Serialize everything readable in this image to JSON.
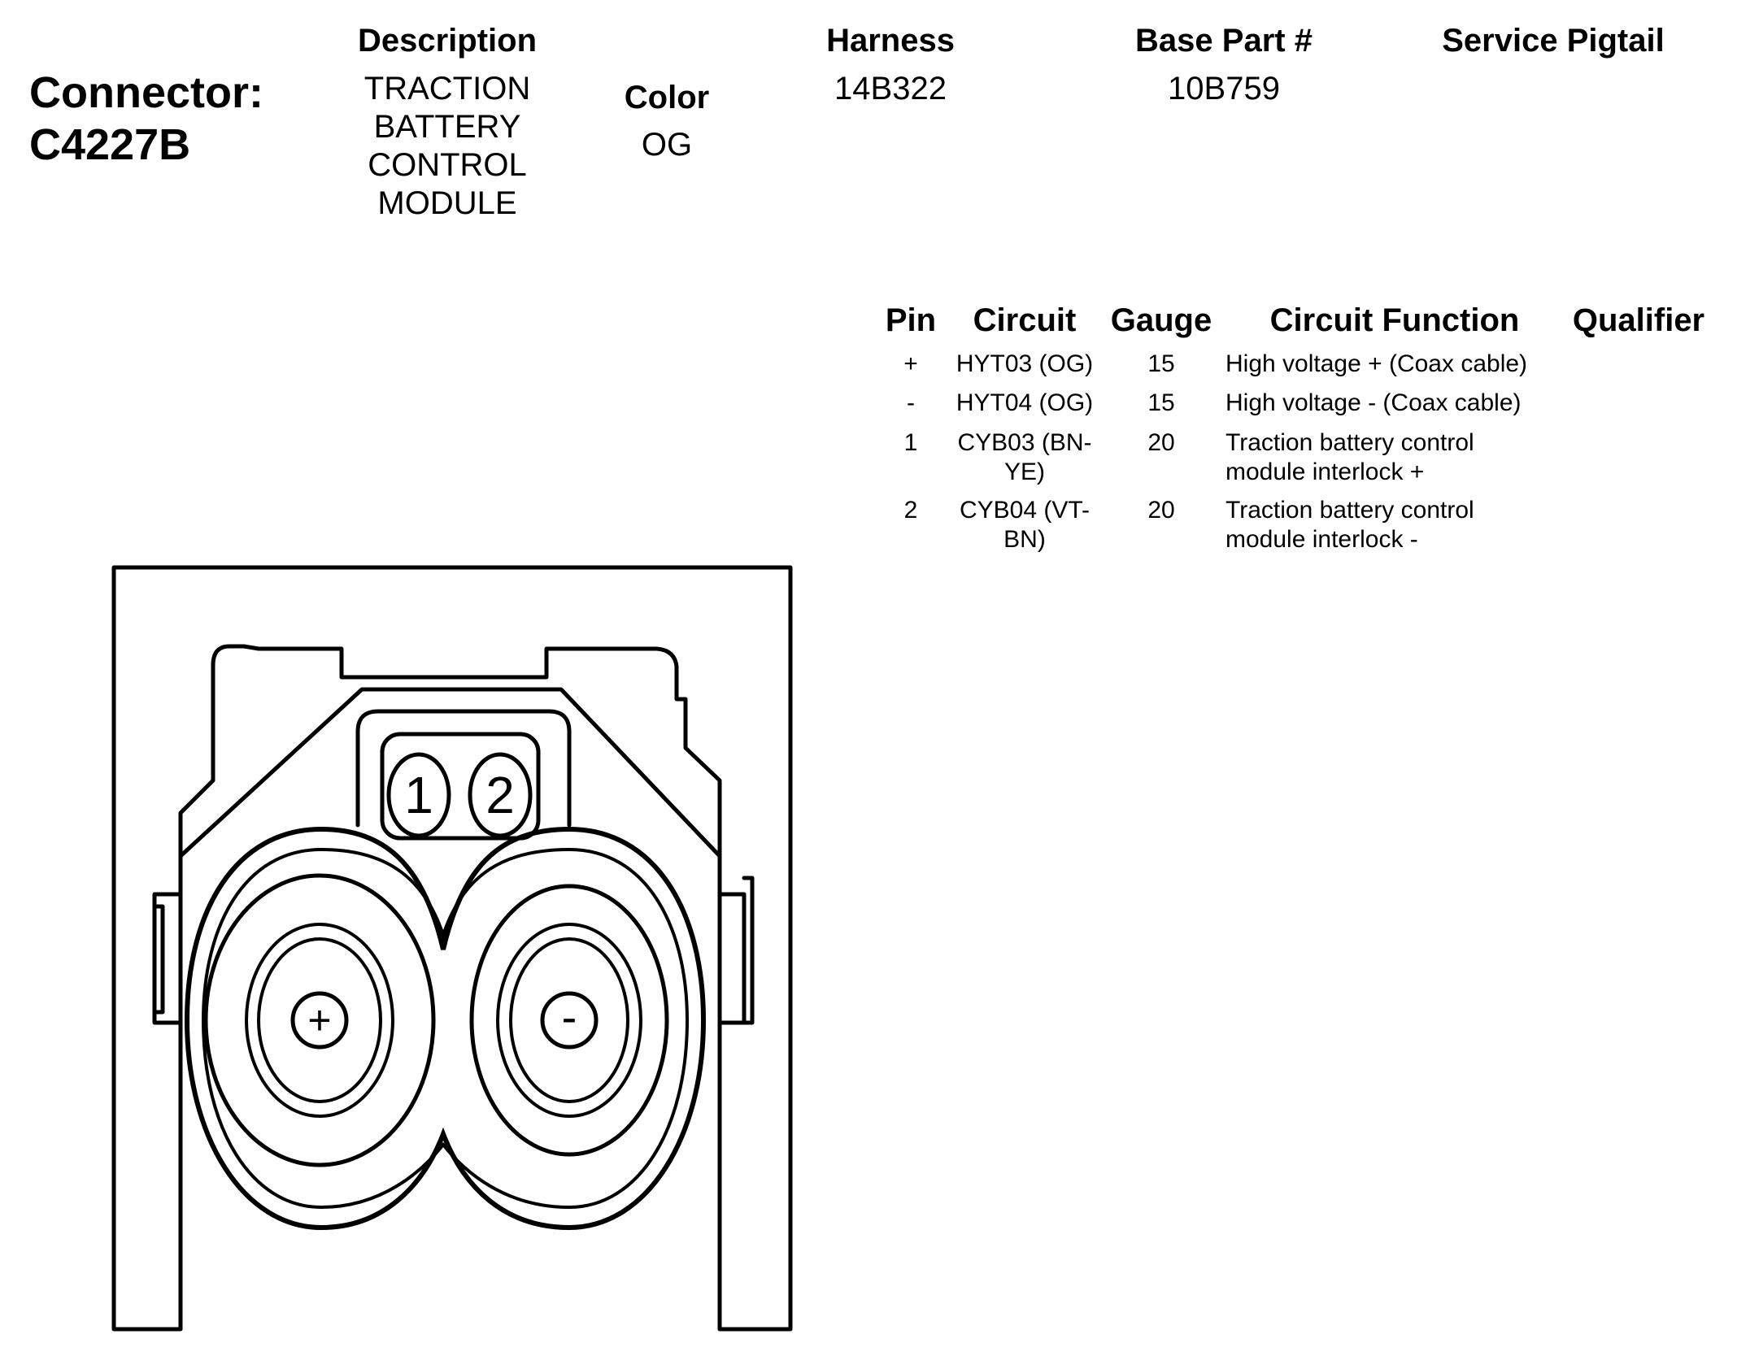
{
  "connector": {
    "label": "Connector:",
    "id": "C4227B"
  },
  "header": {
    "description_label": "Description",
    "description_lines": [
      "TRACTION",
      "BATTERY",
      "CONTROL",
      "MODULE"
    ],
    "color_label": "Color",
    "color_value": "OG",
    "harness_label": "Harness",
    "harness_value": "14B322",
    "base_part_label": "Base Part #",
    "base_part_value": "10B759",
    "service_pigtail_label": "Service Pigtail"
  },
  "table": {
    "columns": [
      "Pin",
      "Circuit",
      "Gauge",
      "Circuit Function",
      "Qualifier"
    ],
    "rows": [
      {
        "pin": "+",
        "circuit": [
          "HYT03 (OG)"
        ],
        "gauge": "15",
        "function": [
          "High voltage + (Coax cable)"
        ]
      },
      {
        "pin": "-",
        "circuit": [
          "HYT04 (OG)"
        ],
        "gauge": "15",
        "function": [
          "High voltage - (Coax cable)"
        ]
      },
      {
        "pin": "1",
        "circuit": [
          "CYB03 (BN-",
          "YE)"
        ],
        "gauge": "20",
        "function": [
          "Traction battery control",
          "module interlock +"
        ]
      },
      {
        "pin": "2",
        "circuit": [
          "CYB04 (VT-",
          "BN)"
        ],
        "gauge": "20",
        "function": [
          "Traction battery control",
          "module interlock -"
        ]
      }
    ]
  },
  "diagram": {
    "pin_labels": {
      "pin1": "1",
      "pin2": "2",
      "plus": "+",
      "minus": "-"
    }
  }
}
